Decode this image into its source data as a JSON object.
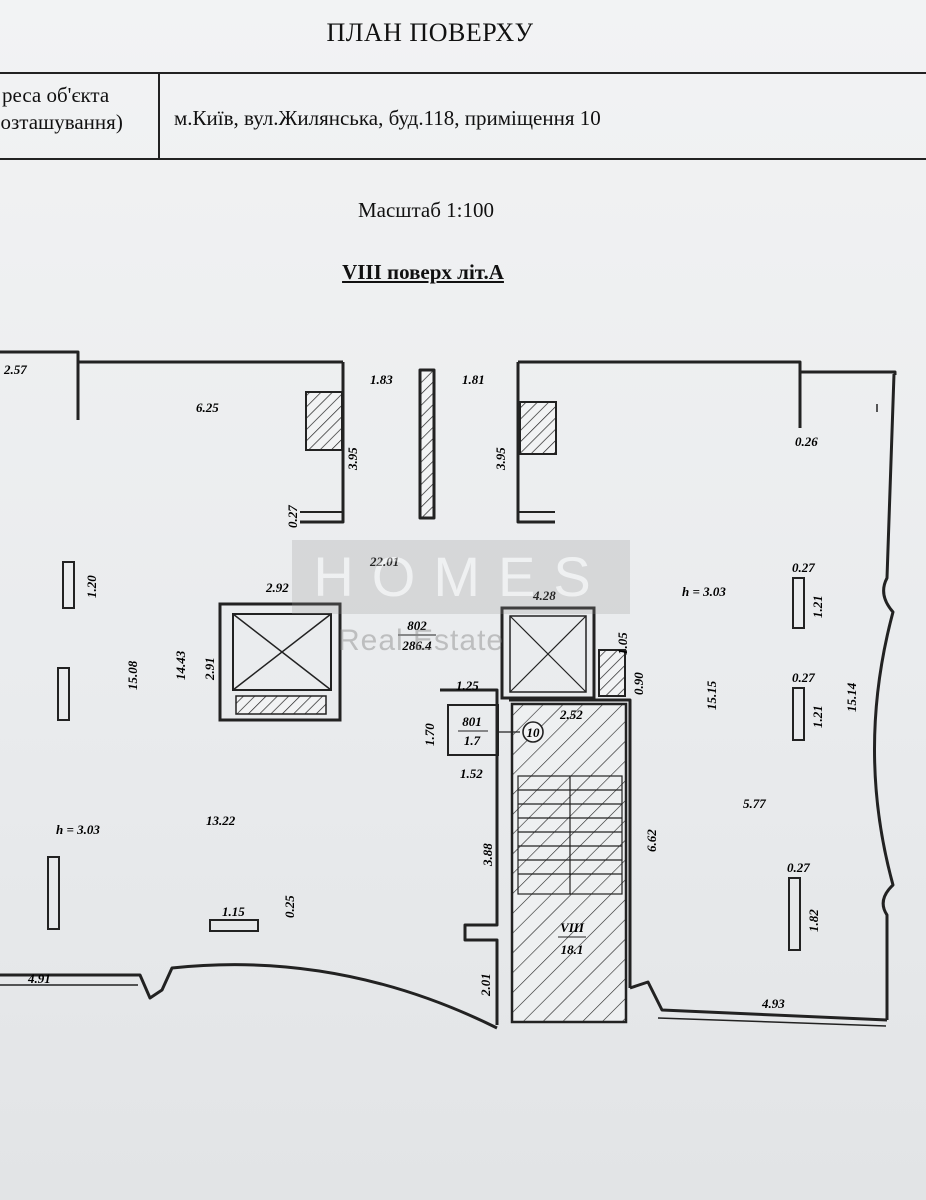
{
  "document": {
    "title": "ПЛАН ПОВЕРХУ",
    "address_label_line1": "реса об'єкта",
    "address_label_line2": "розташування)",
    "address_value": "м.Київ, вул.Жилянська, буд.118, приміщення 10",
    "scale": "Масштаб 1:100",
    "floor": "VIII поверх літ.А"
  },
  "plan": {
    "ceiling_height_left": "h = 3.03",
    "ceiling_height_right": "h = 3.03",
    "room_802": {
      "number": "802",
      "area": "286.4"
    },
    "room_801": {
      "number": "801",
      "area": "1.7"
    },
    "room_viii": {
      "number": "VIII",
      "area": "18.1"
    },
    "unit_marker": "10",
    "dimensions": {
      "d_2_57": "2.57",
      "d_6_25": "6.25",
      "d_1_83": "1.83",
      "d_1_81": "1.81",
      "d_3_95_left": "3.95",
      "d_3_95_right": "3.95",
      "d_0_27_top": "0.27",
      "d_0_26": "0.26",
      "d_22_01": "22.01",
      "d_2_92": "2.92",
      "d_4_28": "4.28",
      "d_1_20": "1.20",
      "d_15_08": "15.08",
      "d_14_43": "14.43",
      "d_2_91": "2.91",
      "d_1_05": "1.05",
      "d_0_90": "0.90",
      "d_1_25": "1.25",
      "d_2_52": "2.52",
      "d_1_70": "1.70",
      "d_1_52": "1.52",
      "d_15_15": "15.15",
      "d_15_14": "15.14",
      "d_0_27_r1": "0.27",
      "d_1_21_r1": "1.21",
      "d_0_27_r2": "0.27",
      "d_1_21_r2": "1.21",
      "d_5_77": "5.77",
      "d_13_22": "13.22",
      "d_3_88": "3.88",
      "d_6_62": "6.62",
      "d_0_27_r3": "0.27",
      "d_1_82": "1.82",
      "d_1_15": "1.15",
      "d_0_25": "0.25",
      "d_4_91": "4.91",
      "d_2_01": "2.01",
      "d_4_93": "4.93"
    }
  },
  "watermark": {
    "top_text": "HOMES",
    "bottom_text": "Real Estate"
  }
}
